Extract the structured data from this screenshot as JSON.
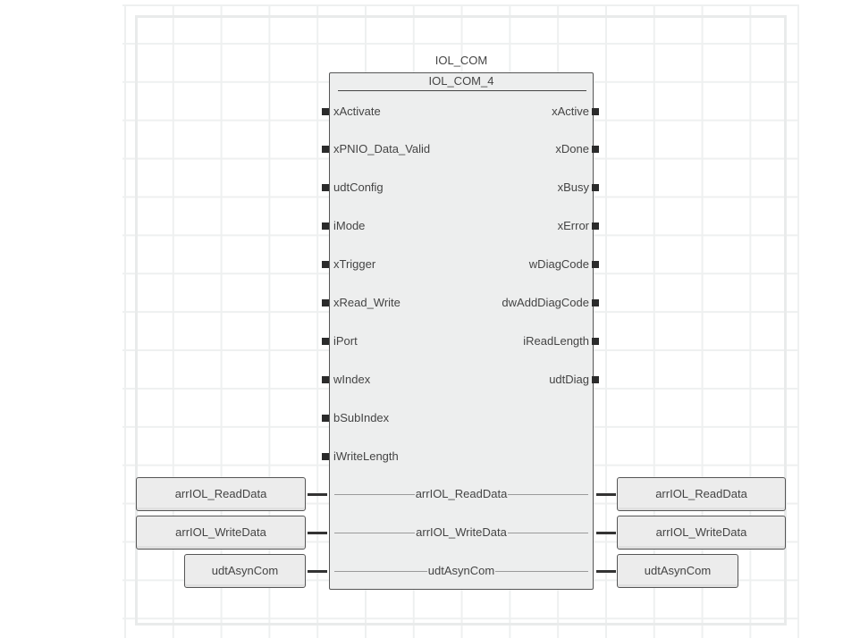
{
  "diagram": {
    "block_type": "IOL_COM",
    "instance_name": "IOL_COM_4",
    "inputs": [
      "xActivate",
      "xPNIO_Data_Valid",
      "udtConfig",
      "iMode",
      "xTrigger",
      "xRead_Write",
      "iPort",
      "wIndex",
      "bSubIndex",
      "iWriteLength"
    ],
    "outputs": [
      "xActive",
      "xDone",
      "xBusy",
      "xError",
      "wDiagCode",
      "dwAddDiagCode",
      "iReadLength",
      "udtDiag"
    ],
    "in_outs": [
      {
        "pin": "arrIOL_ReadData",
        "left_var": "arrIOL_ReadData",
        "right_var": "arrIOL_ReadData"
      },
      {
        "pin": "arrIOL_WriteData",
        "left_var": "arrIOL_WriteData",
        "right_var": "arrIOL_WriteData"
      },
      {
        "pin": "udtAsynCom",
        "left_var": "udtAsynCom",
        "right_var": "udtAsynCom"
      }
    ]
  },
  "colors": {
    "block_fill": "#edeeee",
    "block_border": "#555555",
    "pin": "#2b2b2b",
    "grid": "#eef0f0"
  }
}
